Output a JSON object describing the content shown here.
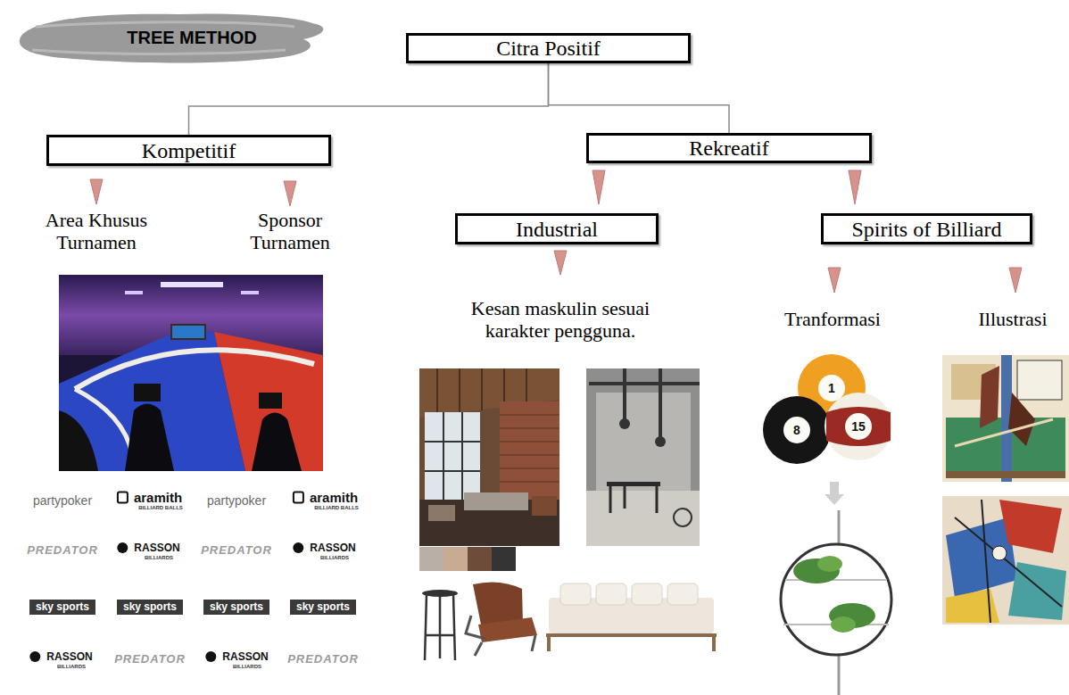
{
  "diagram": {
    "title": "TREE METHOD",
    "nodes": [
      {
        "text": [
          "Citra Positif"
        ]
      },
      {
        "text": [
          "Kompetitif"
        ]
      },
      {
        "text": [
          "Rekreatif"
        ]
      },
      {
        "text": [
          "Industrial"
        ]
      },
      {
        "text": [
          "Spirits of Billiard"
        ]
      }
    ],
    "edges": [
      {
        "from": 0,
        "to": 1,
        "arrow": "none"
      },
      {
        "from": 0,
        "to": 2,
        "arrow": "none"
      },
      {
        "from": 2,
        "to": 3,
        "arrow": "to"
      },
      {
        "from": 2,
        "to": 4,
        "arrow": "to"
      }
    ],
    "labels": [
      "Area Khusus Turnamen",
      "Sponsor Turnamen",
      "Kesan maskulin sesuai karakter pengguna.",
      "Tranformasi",
      "Illustrasi",
      "1",
      "8",
      "15",
      "partypoker",
      "aramith",
      "BILLIARD BALLS",
      "partypoker",
      "aramith",
      "BILLIARD BALLS",
      "PREDATOR",
      "RASSON",
      "BILLIARDS",
      "PREDATOR",
      "RASSON",
      "BILLIARDS",
      "sky sports",
      "sky sports",
      "sky sports",
      "sky sports",
      "RASSON",
      "BILLIARDS",
      "PREDATOR",
      "RASSON",
      "BILLIARDS",
      "PREDATOR"
    ]
  }
}
